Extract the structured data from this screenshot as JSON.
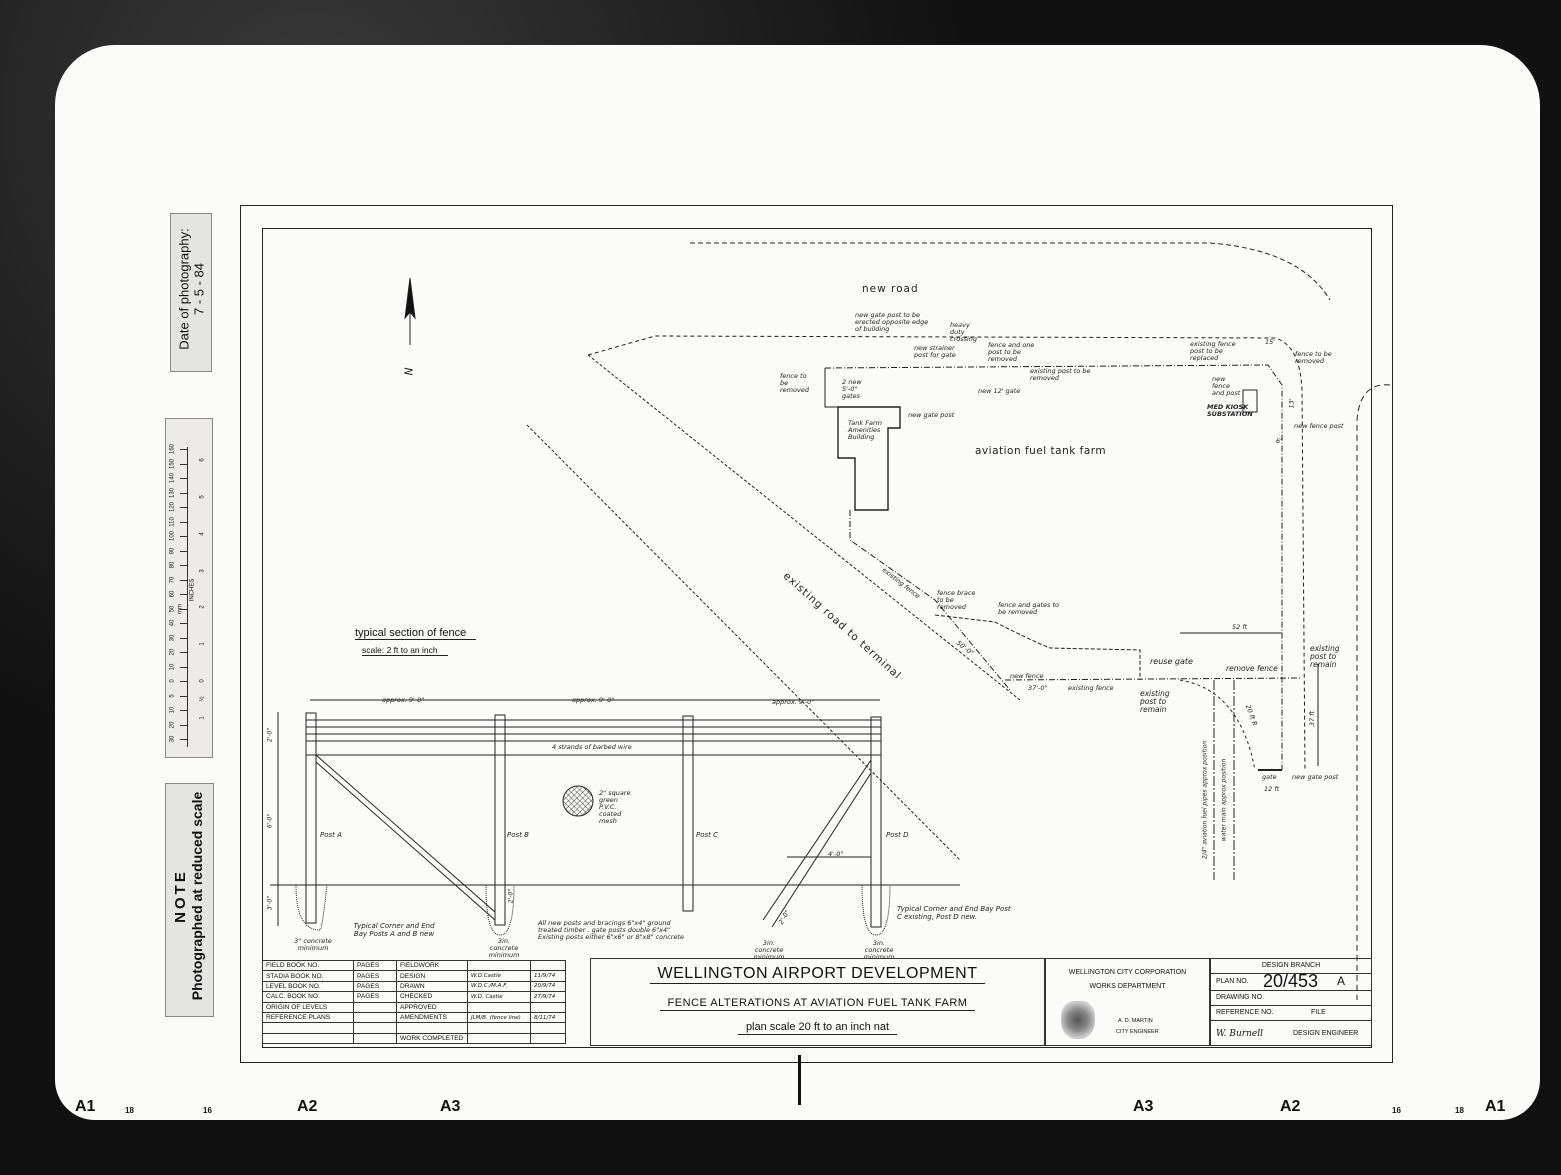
{
  "side_labels": {
    "date_of_photography_label": "Date of photography:",
    "date_of_photography_value": "7 - 5 - 84",
    "note_title": "NOTE",
    "note_text": "Photographed at reduced scale",
    "ruler_mm_unit": "mm",
    "ruler_inch_unit": "INCHES",
    "ruler_mm_ticks": [
      "30",
      "20",
      "10",
      "5",
      "0",
      "10",
      "20",
      "30",
      "40",
      "50",
      "60",
      "70",
      "80",
      "90",
      "100",
      "110",
      "120",
      "130",
      "140",
      "150",
      "160"
    ],
    "ruler_inch_ticks": [
      "1",
      "½",
      "0",
      "1",
      "2",
      "3",
      "4",
      "5",
      "6"
    ]
  },
  "plan": {
    "north_label": "N",
    "new_road": "new road",
    "tank_farm": "aviation fuel tank farm",
    "existing_road": "existing road to terminal",
    "building": "Tank Farm Amenities Building",
    "med_kiosk": "MED KIOSK SUBSTATION",
    "annotations": {
      "new_gate_post_building": "new gate post to be erected opposite edge of building",
      "heavy_duty_crossing": "heavy duty crossing",
      "fence_one_post_removed": "fence and one post to be removed",
      "existing_fence_post_replaced": "existing fence post to be replaced",
      "fence_to_be_removed_right": "fence to be removed",
      "fence_to_be_removed_left": "fence to be removed",
      "two_new_gates": "2 new 5'-0\" gates",
      "new_strainer_post": "new strainer post for gate",
      "existing_post_removed": "existing post to be removed",
      "new_12_gate": "new 12' gate",
      "new_gate_post": "new gate post",
      "new_fence_and_post": "new fence and post",
      "new_fence_post": "new fence post",
      "fence_brace_removed": "fence brace to be removed",
      "fence_gates_removed": "fence and gates to be removed",
      "existing_fence_diag": "existing fence",
      "new_fence": "new fence",
      "existing_fence": "existing fence",
      "dim_37": "37'-0\"",
      "dim_50": "50'-0\"",
      "reuse_gate": "reuse gate",
      "existing_post_remain": "existing post to remain",
      "remove_fence": "remove fence",
      "existing_post_remain_right": "existing post to remain",
      "dim_52ft": "52 ft",
      "dim_37ft": "37 ft",
      "dim_20ft": "20 ft R",
      "dim_15": "15'",
      "dim_6": "6'",
      "dim_13": "13'",
      "dim_12ft": "12 ft",
      "gate": "gate",
      "new_gate_post_bottom": "new gate post",
      "fuel_pipes": "2/4\" aviation fuel pipes approx position",
      "water_main": "water main approx position"
    }
  },
  "fence_section": {
    "title": "typical section of fence",
    "scale": "scale: 2 ft to an inch",
    "approx_1": "approx. 9'-0\"",
    "approx_2": "approx. 9'-0\"",
    "approx_3": "approx. 9'-0\"",
    "dim_top": "2'-0\"",
    "dim_mid": "6'-0\"",
    "dim_bottom": "3'-0\"",
    "dim_depth": "2'-0\"",
    "dim_brace": "4'-0\"",
    "dim_brace_depth": "2'-0\"",
    "barbed_wire": "4 strands of barbed wire",
    "mesh": "2\" square green P.V.C. coated mesh",
    "post_a": "Post A",
    "post_b": "Post B",
    "post_c": "Post C",
    "post_d": "Post D",
    "concrete_a": "3\" concrete minimum",
    "concrete_b": "3in. concrete minimum",
    "concrete_c": "3in. concrete minimum",
    "concrete_d": "3in. concrete minimum",
    "note_ab": "Typical Corner and End Bay Posts A and B new",
    "note_cd": "Typical Corner and End Bay Post C existing, Post D new.",
    "note_timber": "All new posts and bracings 6\"x4\" ground treated timber . gate posts double 6\"x4\" Existing posts either 6\"x6\" or 8\"x8\" concrete"
  },
  "title_block": {
    "rows": [
      {
        "book": "FIELD BOOK NO.",
        "pages": "PAGES",
        "role": "FIELDWORK",
        "name": "",
        "date": ""
      },
      {
        "book": "STADIA BOOK NO.",
        "pages": "PAGES",
        "role": "DESIGN",
        "name": "W.D.Castle",
        "date": "11/9/74"
      },
      {
        "book": "LEVEL BOOK NO.",
        "pages": "PAGES",
        "role": "DRAWN",
        "name": "W.D.C./M.A.F.",
        "date": "20/9/74"
      },
      {
        "book": "CALC. BOOK NO.",
        "pages": "PAGES",
        "role": "CHECKED",
        "name": "W.D. Castle",
        "date": "27/9/74"
      },
      {
        "book": "ORIGIN OF LEVELS",
        "pages": "",
        "role": "APPROVED",
        "name": "",
        "date": ""
      },
      {
        "book": "REFERENCE PLANS",
        "pages": "",
        "role": "AMENDMENTS",
        "name": "JLM/B. (fence line)",
        "date": "8/11/74"
      },
      {
        "book": "",
        "pages": "",
        "role": "",
        "name": "",
        "date": ""
      },
      {
        "book": "",
        "pages": "",
        "role": "WORK COMPLETED",
        "name": "",
        "date": ""
      }
    ],
    "title": "WELLINGTON AIRPORT DEVELOPMENT",
    "subtitle": "FENCE ALTERATIONS AT AVIATION FUEL TANK FARM",
    "scale": "plan scale 20 ft to an inch nat",
    "corporation": "WELLINGTON CITY CORPORATION",
    "department": "WORKS DEPARTMENT",
    "engineer_name": "A. D. MARTIN",
    "engineer_title": "CITY ENGINEER",
    "design_branch": "DESIGN BRANCH",
    "plan_no_label": "PLAN NO.",
    "plan_no": "20/453",
    "plan_rev": "A",
    "drawing_no_label": "DRAWING NO.",
    "reference_no_label": "REFERENCE NO.",
    "file_label": "FILE",
    "signature": "W. Burnell",
    "design_engineer": "DESIGN ENGINEER"
  },
  "margin_marks": {
    "a1_left": "A1",
    "n18_left": "18",
    "n16_left": "16",
    "a2_left": "A2",
    "a3_left": "A3",
    "a3_right": "A3",
    "a2_right": "A2",
    "n16_right": "16",
    "n18_right": "18",
    "a1_right": "A1"
  }
}
